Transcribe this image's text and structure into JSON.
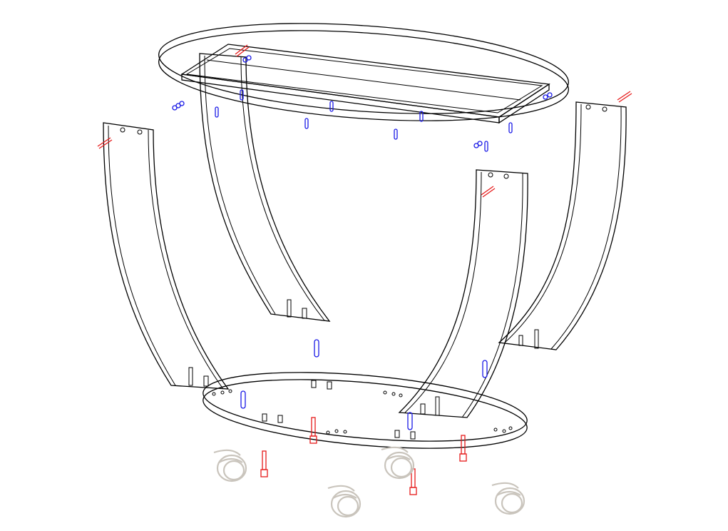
{
  "diagram": {
    "type": "exploded-assembly",
    "colors": {
      "outline": "#000000",
      "dowel": "#1a1ae6",
      "screw": "#e61a1a",
      "glide": "#c9c4bc",
      "background": "#ffffff"
    },
    "parts": [
      "tabletop",
      "apron-frame",
      "leg-panel-left",
      "leg-panel-center",
      "leg-panel-right-front",
      "leg-panel-right-back",
      "bottom-shelf",
      "dowels",
      "screws",
      "floor-glides"
    ]
  }
}
